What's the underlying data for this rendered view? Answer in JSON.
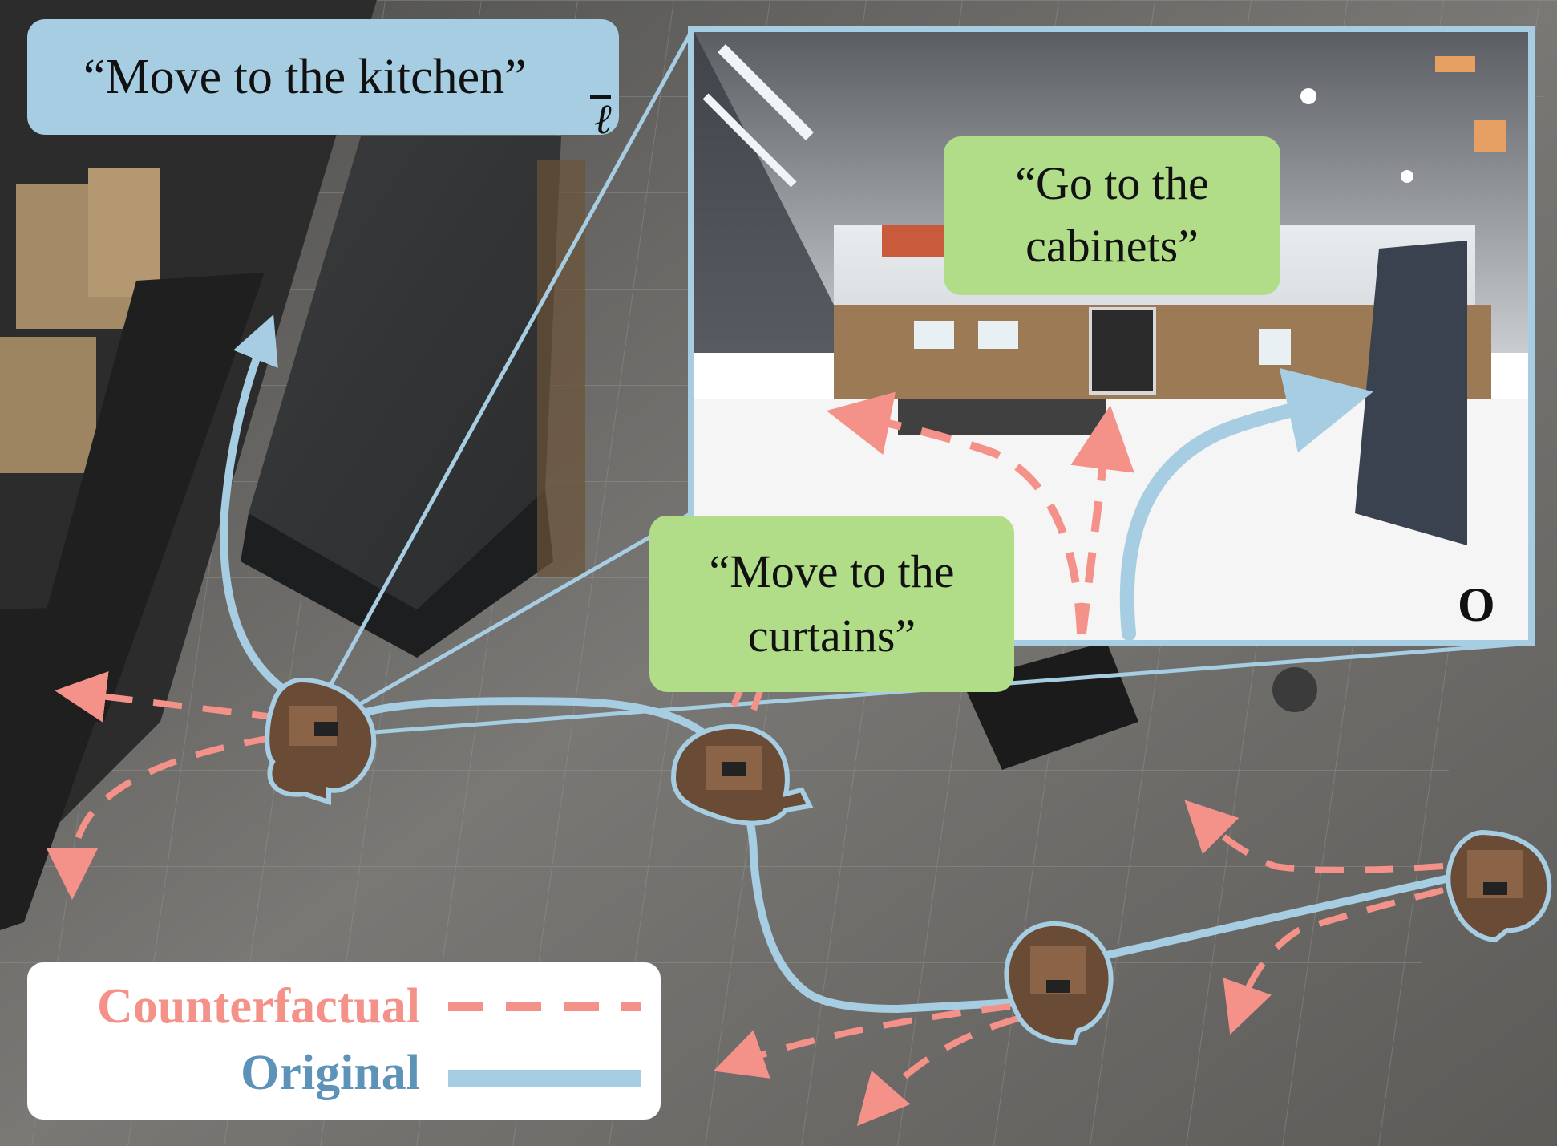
{
  "instructions": {
    "main": "“Move to the kitchen”",
    "main_symbol": "ℓ",
    "cabinets": [
      "“Go to the",
      "cabinets”"
    ],
    "curtains": [
      "“Move to the",
      "curtains”"
    ]
  },
  "observation_label": "O",
  "legend": {
    "counterfactual": "Counterfactual",
    "original": "Original"
  },
  "colors": {
    "original": "#a6cde1",
    "counterfactual": "#f4928a",
    "language_box": "#a6cde1",
    "alt_instruction_box": "#b1dc88"
  }
}
